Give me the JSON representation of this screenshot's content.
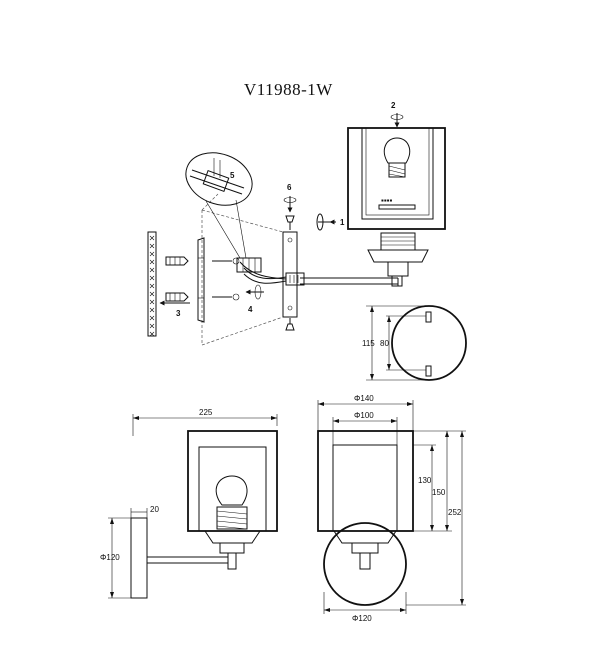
{
  "title": "V11988-1W",
  "steps": {
    "s1": "1",
    "s2": "2",
    "s3": "3",
    "s4": "4",
    "s5": "5",
    "s6": "6"
  },
  "dims": {
    "w225": "225",
    "w20": "20",
    "d120_left": "Φ120",
    "d140": "Φ140",
    "d100": "Φ100",
    "d120_bottom": "Φ120",
    "h130": "130",
    "h150": "150",
    "h252": "252",
    "h115": "115",
    "h80": "80"
  }
}
